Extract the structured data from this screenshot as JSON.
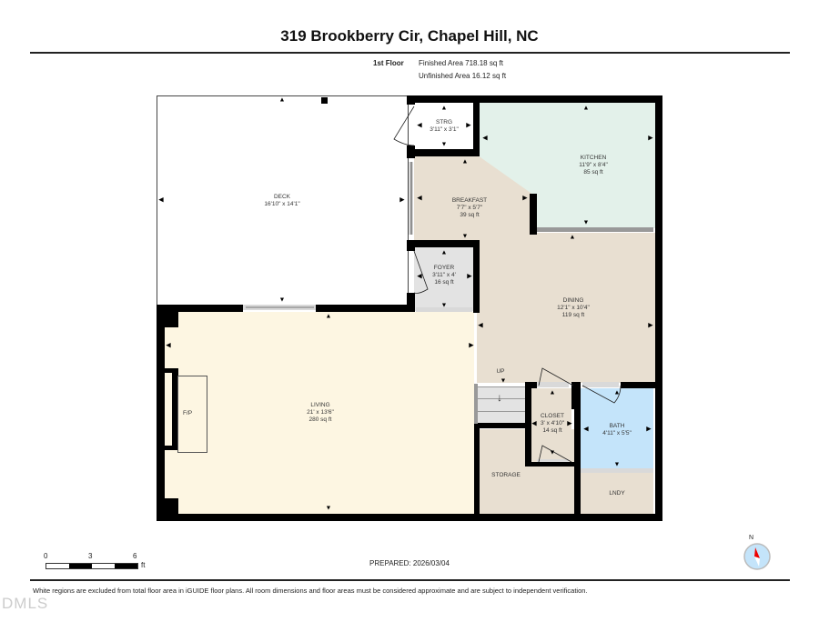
{
  "header": {
    "title": "319 Brookberry Cir, Chapel Hill, NC",
    "floor_label": "1st Floor",
    "finished_area": "Finished Area 718.18 sq ft",
    "unfinished_area": "Unfinished Area 16.12 sq ft"
  },
  "rooms": {
    "deck": {
      "name": "DECK",
      "dims": "16'10\" x 14'1\"",
      "color": "#ffffff"
    },
    "strg": {
      "name": "STRG",
      "dims": "3'11\" x 3'1\"",
      "color": "#ffffff"
    },
    "kitchen": {
      "name": "KITCHEN",
      "dims": "11'9\" x 8'4\"",
      "area": "85 sq ft",
      "color": "#e3f1ea"
    },
    "breakfast": {
      "name": "BREAKFAST",
      "dims": "7'7\" x 5'7\"",
      "area": "39 sq ft",
      "color": "#e8dfd1"
    },
    "foyer": {
      "name": "FOYER",
      "dims": "3'11\" x 4'",
      "area": "16 sq ft",
      "color": "#e3e3e3"
    },
    "dining": {
      "name": "DINING",
      "dims": "12'1\" x 10'4\"",
      "area": "119 sq ft",
      "color": "#e8dfd1"
    },
    "living": {
      "name": "LIVING",
      "dims": "21' x 13'6\"",
      "area": "280 sq ft",
      "color": "#fdf6e2"
    },
    "closet": {
      "name": "CLOSET",
      "dims": "3' x 4'10\"",
      "area": "14 sq ft",
      "color": "#e8dfd1"
    },
    "bath": {
      "name": "BATH",
      "dims": "4'11\" x 5'5\"",
      "color": "#c4e4fa"
    },
    "storage": {
      "name": "STORAGE",
      "color": "#e8dfd1"
    },
    "lndy": {
      "name": "LNDY",
      "color": "#e8dfd1"
    },
    "fireplace": {
      "name": "F/P"
    },
    "stairs": {
      "name": "UP"
    }
  },
  "scale": {
    "ticks": [
      "0",
      "3",
      "6"
    ],
    "unit": "ft"
  },
  "prepared": "PREPARED: 2026/03/04",
  "compass": {
    "label": "N"
  },
  "footer": {
    "disclaimer": "White regions are excluded from total floor area in iGUIDE floor plans. All room dimensions and floor areas must be considered approximate and are subject to independent verification.",
    "watermark": "DMLS"
  }
}
